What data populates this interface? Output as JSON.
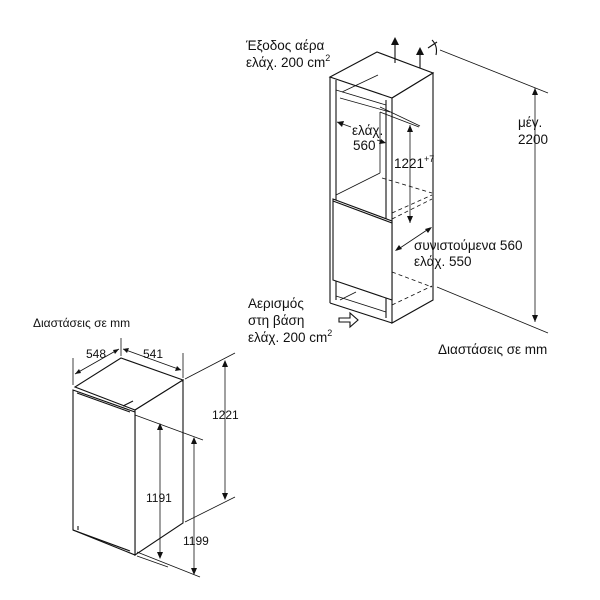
{
  "niche_diagram": {
    "air_outlet": {
      "line1": "Έξοδος αέρα",
      "line2": "ελάχ. 200 cm",
      "sup": "2"
    },
    "max_height": {
      "line1": "μέγ.",
      "line2": "2200"
    },
    "min_width": {
      "line1": "ελάχ.",
      "line2": "560"
    },
    "niche_height": {
      "value": "1221",
      "sup": "+7"
    },
    "depth": {
      "line1": "συνιστούμενα 560",
      "line2": "ελάχ. 550"
    },
    "base_vent": {
      "line1": "Αερισμός",
      "line2": "στη βάση",
      "line3": "ελάχ. 200 cm",
      "sup": "2"
    },
    "units": "Διαστάσεις σε mm"
  },
  "appliance_diagram": {
    "units": "Διαστάσεις σε mm",
    "width": "548",
    "depth": "541",
    "height": "1221",
    "door_height": "1191",
    "height_incl_base": "1199"
  }
}
